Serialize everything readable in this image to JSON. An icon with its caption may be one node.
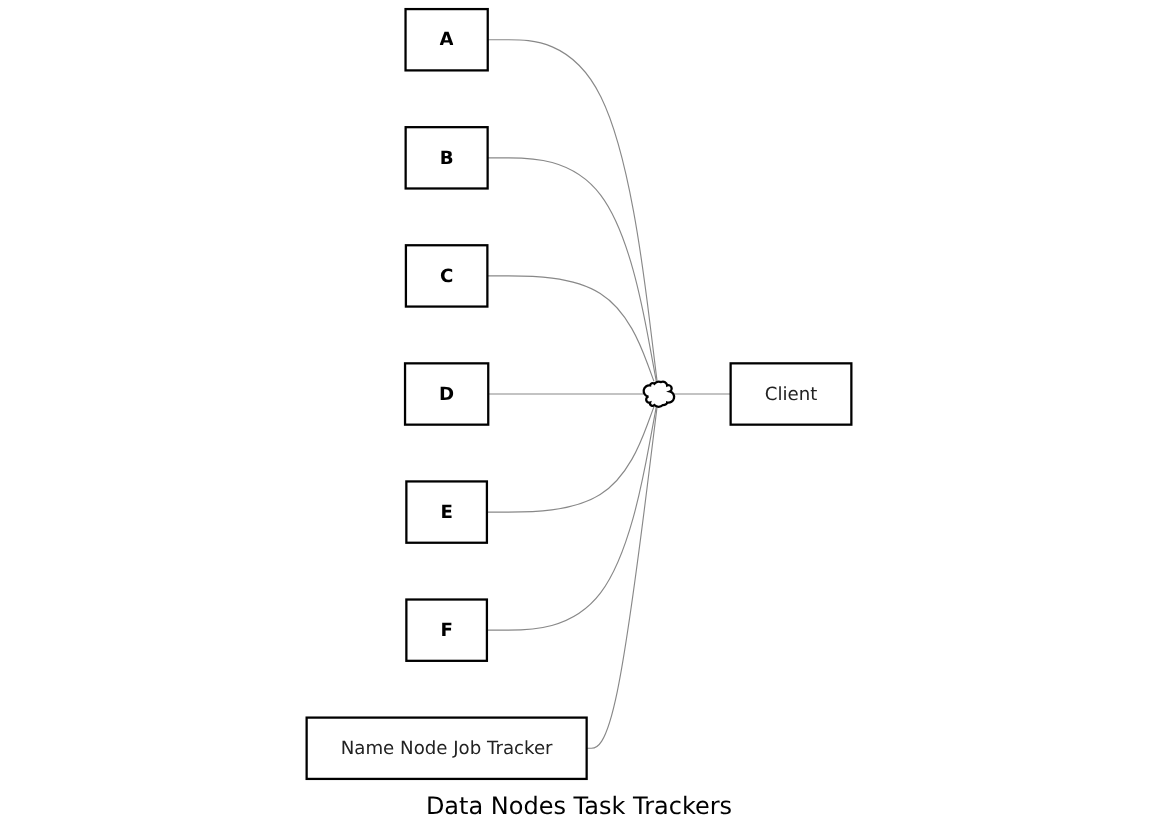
{
  "diagram": {
    "nodes": [
      {
        "text": [
          "Name Node Job Tracker"
        ]
      },
      {
        "text": [
          "A"
        ]
      },
      {
        "text": [
          "B"
        ]
      },
      {
        "text": [
          "C"
        ]
      },
      {
        "text": [
          "D"
        ]
      },
      {
        "text": [
          "E"
        ]
      },
      {
        "text": [
          "F"
        ]
      },
      {
        "text": [],
        "shape": "cloud"
      },
      {
        "text": [
          "Client"
        ]
      }
    ],
    "edges": [
      {
        "from": 1,
        "to": 7,
        "arrow": "none"
      },
      {
        "from": 2,
        "to": 7,
        "arrow": "none"
      },
      {
        "from": 3,
        "to": 7,
        "arrow": "none"
      },
      {
        "from": 4,
        "to": 7,
        "arrow": "none"
      },
      {
        "from": 5,
        "to": 7,
        "arrow": "none"
      },
      {
        "from": 6,
        "to": 7,
        "arrow": "none"
      },
      {
        "from": 0,
        "to": 7,
        "arrow": "none"
      },
      {
        "from": 7,
        "to": 8,
        "arrow": "none"
      }
    ],
    "labels": [
      "Data Nodes Task Trackers"
    ]
  }
}
